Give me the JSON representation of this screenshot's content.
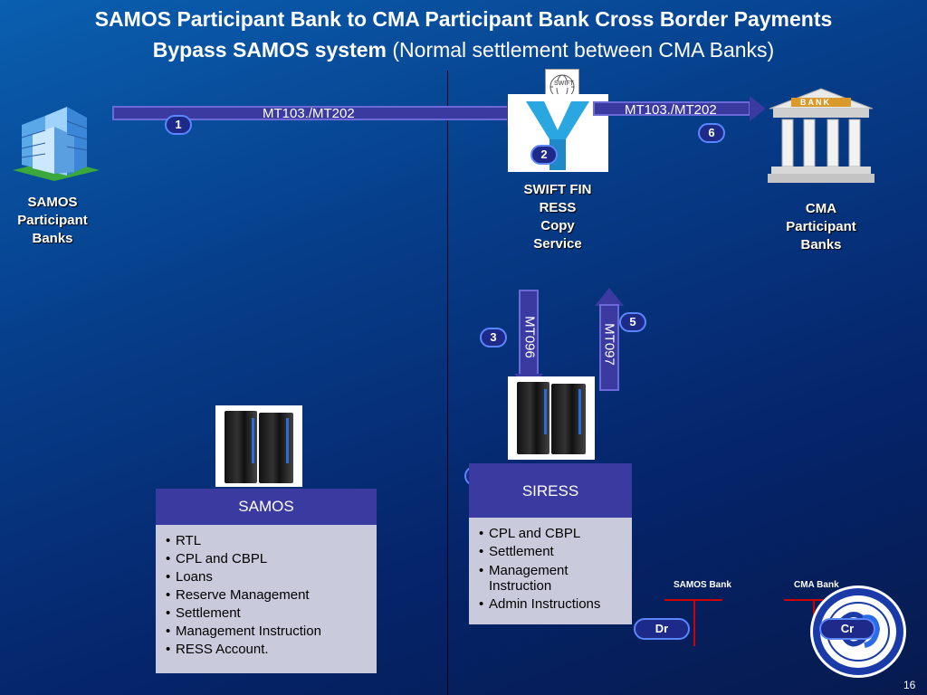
{
  "title": {
    "line1": "SAMOS Participant  Bank to CMA Participant Bank Cross Border Payments",
    "line2_bold": "Bypass SAMOS system",
    "line2_rest": " (Normal settlement between CMA Banks)"
  },
  "left_bank": {
    "label_l1": "SAMOS",
    "label_l2": "Participant",
    "label_l3": "Banks"
  },
  "right_bank": {
    "label_l1": "CMA",
    "label_l2": "Participant",
    "label_l3": "Banks",
    "sign": "BANK"
  },
  "swift": {
    "label_l1": "SWIFT FIN",
    "label_l2": "RESS",
    "label_l3": "Copy",
    "label_l4": "Service",
    "logo_text": "SWIFT"
  },
  "flows": {
    "step1": {
      "num": "1",
      "label": "MT103./MT202"
    },
    "step2": {
      "num": "2"
    },
    "step3": {
      "num": "3",
      "label": "MT096"
    },
    "step4": {
      "num": "4"
    },
    "step5": {
      "num": "5",
      "label": "MT097"
    },
    "step6": {
      "num": "6",
      "label": "MT103./MT202"
    }
  },
  "samos_box": {
    "header": "SAMOS",
    "items": [
      "RTL",
      "CPL and CBPL",
      "Loans",
      "Reserve Management",
      "Settlement",
      "Management Instruction",
      "RESS Account."
    ]
  },
  "siress_box": {
    "header": "SIRESS",
    "items": [
      "CPL and CBPL",
      "Settlement",
      "Management Instruction",
      "Admin Instructions"
    ]
  },
  "t_accounts": {
    "samos_bank": "SAMOS Bank",
    "cma_bank": "CMA Bank",
    "dr": "Dr",
    "cr": "Cr"
  },
  "page_number": "16"
}
